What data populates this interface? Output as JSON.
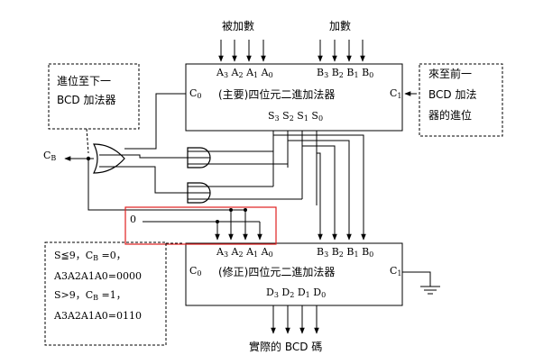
{
  "top_labels": {
    "augend": "被加數",
    "addend": "加數"
  },
  "main_adder": {
    "title": "(主要)四位元二進加法器",
    "a_inputs": [
      [
        "A",
        "3"
      ],
      [
        "A",
        "2"
      ],
      [
        "A",
        "1"
      ],
      [
        "A",
        "0"
      ]
    ],
    "b_inputs": [
      [
        "B",
        "3"
      ],
      [
        "B",
        "2"
      ],
      [
        "B",
        "1"
      ],
      [
        "B",
        "0"
      ]
    ],
    "c0": [
      "C",
      "0"
    ],
    "c1": [
      "C",
      "1"
    ],
    "sums": [
      [
        "S",
        "3"
      ],
      [
        "S",
        "2"
      ],
      [
        "S",
        "1"
      ],
      [
        "S",
        "0"
      ]
    ]
  },
  "correction_adder": {
    "title": "(修正)四位元二進加法器",
    "a_inputs": [
      [
        "A",
        "3"
      ],
      [
        "A",
        "2"
      ],
      [
        "A",
        "1"
      ],
      [
        "A",
        "0"
      ]
    ],
    "b_inputs": [
      [
        "B",
        "3"
      ],
      [
        "B",
        "2"
      ],
      [
        "B",
        "1"
      ],
      [
        "B",
        "0"
      ]
    ],
    "c0": [
      "C",
      "0"
    ],
    "c1": [
      "C",
      "1"
    ],
    "outputs": [
      [
        "D",
        "3"
      ],
      [
        "D",
        "2"
      ],
      [
        "D",
        "1"
      ],
      [
        "D",
        "0"
      ]
    ]
  },
  "notes": {
    "carry_out": [
      "進位至下一",
      "BCD 加法器"
    ],
    "carry_in": [
      "來至前一",
      "BCD 加法",
      "器的進位"
    ]
  },
  "cb_label": [
    "C",
    "B"
  ],
  "zero_label": "0",
  "condition_note": {
    "line1": "S≦9，C",
    "line1_sub": "B",
    "line1_tail": " =0，",
    "line2": "A3A2A1A0=0000",
    "line3": "S>9，C",
    "line3_sub": "B",
    "line3_tail": " =1，",
    "line4": "A3A2A1A0=0110"
  },
  "bottom_label": "實際的 BCD 碼"
}
